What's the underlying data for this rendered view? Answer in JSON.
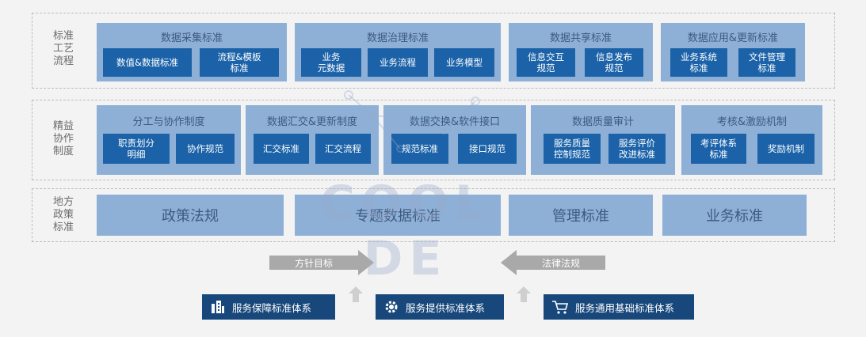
{
  "watermark": "COOL DE",
  "rows": {
    "process": {
      "label": "标准\n工艺\n流程",
      "groups": [
        {
          "title": "数据采集标准",
          "chips": [
            "数值&数据标准",
            "流程&模板\n标准"
          ]
        },
        {
          "title": "数据治理标准",
          "chips": [
            "业务\n元数据",
            "业务流程",
            "业务模型"
          ]
        },
        {
          "title": "数据共享标准",
          "chips": [
            "信息交互\n规范",
            "信息发布\n规范"
          ]
        },
        {
          "title": "数据应用&更新标准",
          "chips": [
            "业务系统\n标准",
            "文件管理\n标准"
          ]
        }
      ]
    },
    "collab": {
      "label": "精益\n协作\n制度",
      "groups": [
        {
          "title": "分工与协作制度",
          "chips": [
            "职责划分\n明细",
            "协作规范"
          ]
        },
        {
          "title": "数据汇交&更新制度",
          "chips": [
            "汇交标准",
            "汇交流程"
          ]
        },
        {
          "title": "数据交换&软件接口",
          "chips": [
            "规范标准",
            "接口规范"
          ]
        },
        {
          "title": "数据质量审计",
          "chips": [
            "服务质量\n控制规范",
            "服务评价\n改进标准"
          ]
        },
        {
          "title": "考核&激励机制",
          "chips": [
            "考评体系\n标准",
            "奖励机制"
          ]
        }
      ]
    },
    "policy": {
      "label": "地方\n政策\n标准",
      "items": [
        "政策法规",
        "专题数据标准",
        "管理标准",
        "业务标准"
      ]
    }
  },
  "arrows": {
    "right": "方针目标",
    "left": "法律法规"
  },
  "bottom": [
    {
      "label": "服务保障标准体系",
      "icon": "building-icon"
    },
    {
      "label": "服务提供标准体系",
      "icon": "gear-icon"
    },
    {
      "label": "服务通用基础标准体系",
      "icon": "cart-icon"
    }
  ],
  "colors": {
    "group_bg": "#8fb0d6",
    "chip_bg": "#1b62a8",
    "title_text": "#3d5a80",
    "bottom_bg": "#18487b",
    "arrow_gray": "#a9a9a9"
  }
}
